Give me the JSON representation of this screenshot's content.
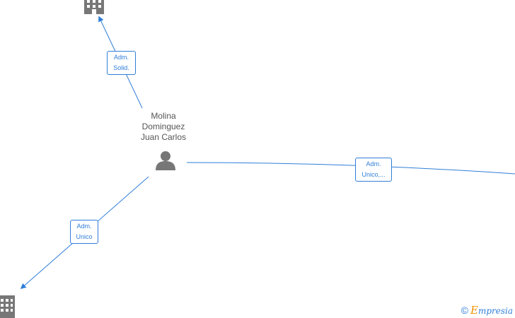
{
  "person": {
    "name_line1": "Molina",
    "name_line2": "Dominguez",
    "name_line3": "Juan Carlos",
    "icon": "person-icon"
  },
  "companies": [
    {
      "icon": "building-icon"
    },
    {
      "icon": "building-icon"
    }
  ],
  "edges": {
    "solid": {
      "line1": "Adm.",
      "line2": "Solid."
    },
    "unico_right": {
      "line1": "Adm.",
      "line2": "Unico,..."
    },
    "unico_left": {
      "line1": "Adm.",
      "line2": "Unico"
    }
  },
  "footer": {
    "copyright_symbol": "©",
    "brand_initial": "E",
    "brand_rest": "mpresia"
  },
  "colors": {
    "edge": "#2f7ed8",
    "node_icon": "#777777",
    "brand_accent": "#f29100"
  }
}
